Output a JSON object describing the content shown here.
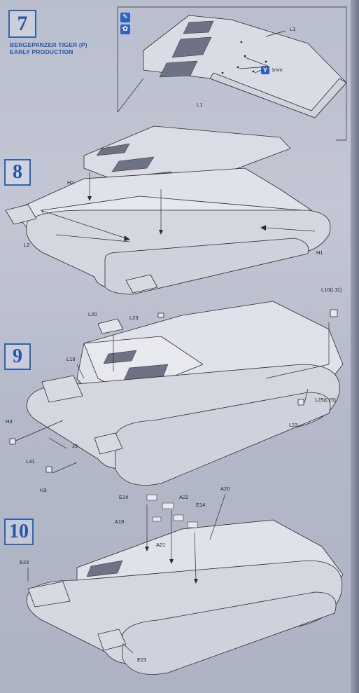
{
  "steps": {
    "s7": {
      "number": "7",
      "title_line1": "BERGEPANZER TIGER (P)",
      "title_line2": "EARLY PRODUCTION",
      "icons": [
        "paint-icon",
        "cement-icon"
      ],
      "labels": {
        "l1": "L1"
      },
      "callout": {
        "icon": "drill-icon",
        "text": "1mm"
      }
    },
    "s8": {
      "number": "8",
      "labels": {
        "l1": "L1",
        "h2": "H2",
        "l2": "L2",
        "h1": "H1"
      }
    },
    "s9": {
      "number": "9",
      "labels": {
        "l20": "L20",
        "l23a": "L23",
        "l10": "L10(L11)",
        "l19": "L19",
        "l25": "L25(L25)",
        "l23b": "L23",
        "h3a": "H3",
        "j3": "J3",
        "l31": "L31",
        "h3b": "H3"
      }
    },
    "s10": {
      "number": "10",
      "labels": {
        "e14a": "E14",
        "a22": "A22",
        "a20": "A20",
        "e14b": "E14",
        "a19": "A19",
        "a21": "A21",
        "e23a": "E23",
        "e23b": "E23"
      }
    }
  },
  "colors": {
    "step_blue": "#2456a8",
    "line": "#2b2b2b"
  }
}
